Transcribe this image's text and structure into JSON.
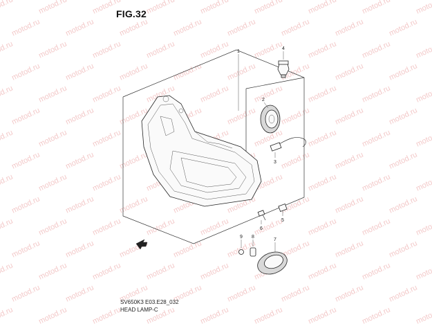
{
  "figure": {
    "title": "FIG.32",
    "model_code": "SV650K3 E03.E28_032",
    "assembly_name": "HEAD LAMP-C"
  },
  "watermark": {
    "text": "motod.ru",
    "color": "#f3c9c9"
  },
  "callouts": [
    {
      "id": "1",
      "label": "1"
    },
    {
      "id": "2",
      "label": "2"
    },
    {
      "id": "3",
      "label": "3"
    },
    {
      "id": "4",
      "label": "4"
    },
    {
      "id": "5",
      "label": "5"
    },
    {
      "id": "6",
      "label": "6"
    },
    {
      "id": "7",
      "label": "7"
    },
    {
      "id": "8",
      "label": "8"
    },
    {
      "id": "9",
      "label": "9"
    }
  ],
  "icons": {
    "direction_arrow": "front-direction-arrow-icon"
  }
}
